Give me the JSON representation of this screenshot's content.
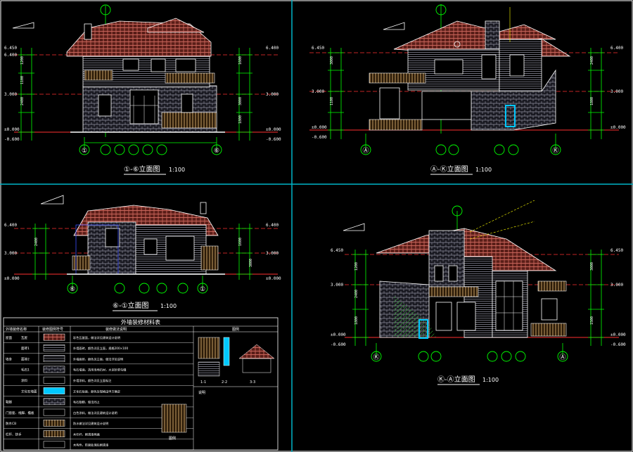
{
  "colors": {
    "background": "#000000",
    "frame": "#ffffff",
    "divider": "#00b4c8",
    "dimension": "#00ff00",
    "roof": "#c8645a",
    "stone": "#8c8c9b",
    "wood": "#c8a064",
    "wall": "#ffffff",
    "wall_alt": "#b4b4c8",
    "axis_line": "#ff3030",
    "label": "#ffffff",
    "hatch": "#32aa32",
    "highlight": "#00c8ff",
    "blue_outline": "#3c50ff",
    "yellow": "#ffff00",
    "magenta": "#ff3cdc"
  },
  "views": {
    "front": {
      "title": "①-⑥立面图",
      "scale": "1:100",
      "axes_left": "①",
      "axes_right": "⑥",
      "levels_left": [
        "6.450",
        "6.400",
        "3.000",
        "±0.000",
        "-0.600"
      ],
      "levels_right": [
        "6.400",
        "3.000",
        "±0.000",
        "-0.600"
      ],
      "dims": [
        "1200",
        "1100",
        "2400",
        "1600",
        "3000",
        "1800"
      ]
    },
    "right": {
      "title": "Ⓐ-Ⓚ立面图",
      "scale": "1:100",
      "axes_left": "Ⓐ",
      "axes_right": "Ⓚ",
      "levels_left": [
        "6.450",
        "3.000",
        "±0.000",
        "-0.600"
      ],
      "levels_right": [
        "6.400",
        "3.000",
        "±0.000"
      ],
      "dims": [
        "3000",
        "1100",
        "2400",
        "1800"
      ]
    },
    "rear": {
      "title": "⑥-①立面图",
      "scale": "1:100",
      "axes_left": "⑥",
      "axes_right": "①",
      "levels_left": [
        "6.400",
        "3.000",
        "±0.000"
      ],
      "levels_right": [
        "6.400",
        "3.000",
        "±0.000"
      ],
      "dims": [
        "2400",
        "1600",
        "3000"
      ]
    },
    "left": {
      "title": "Ⓚ-Ⓐ立面图",
      "scale": "1:100",
      "axes_left": "Ⓚ",
      "axes_right": "Ⓐ",
      "levels_left": [
        "6.450",
        "3.000",
        "±0.000",
        "-0.600"
      ],
      "levels_right": [
        "6.450",
        "3.000",
        "±0.000",
        "-0.600"
      ],
      "dims": [
        "1200",
        "2400",
        "1800",
        "3000",
        "1500"
      ]
    }
  },
  "table": {
    "title": "外墙装修材料表",
    "headers": [
      "外墙装修名称",
      "装修图例符号",
      "装修做法说明",
      "图例"
    ],
    "rows": [
      {
        "name": "屋面",
        "sub": "瓦屋",
        "note": "彩色瓦屋面，做法详见建筑设计说明"
      },
      {
        "name": "",
        "sub": "面砖1",
        "note": "外墙面砖，颜色详见立面，规格200×100"
      },
      {
        "name": "墙身",
        "sub": "面砖2",
        "note": "外墙面砖，颜色见立面，做法详见说明"
      },
      {
        "name": "",
        "sub": "毛石1",
        "note": "毛石墙面，选用当地石材，水泥砂浆勾缝"
      },
      {
        "name": "",
        "sub": "涂料",
        "note": "外墙涂料，颜色详见立面标注"
      },
      {
        "name": "",
        "sub": "文化石墙面",
        "note": "文化石贴面，颜色及规格由甲方确定"
      },
      {
        "name": "勒脚",
        "sub": "",
        "note": "毛石勒脚，做法同上"
      },
      {
        "name": "门窗套、线脚、檐板",
        "sub": "",
        "note": "白色涂料，做法详见建筑设计说明"
      },
      {
        "name": "防水CB",
        "sub": "",
        "note": "防水做法详见建筑设计说明"
      },
      {
        "name": "栏杆、扶手",
        "sub": "",
        "note": "木栏杆，刷清漆两遍"
      },
      {
        "name": "",
        "sub": "",
        "note": "木构件，防腐处理后刷清漆"
      }
    ],
    "legend_labels": [
      "1-1",
      "2-2",
      "3-3"
    ],
    "legend_header": "图例",
    "notes_header": "说明"
  }
}
